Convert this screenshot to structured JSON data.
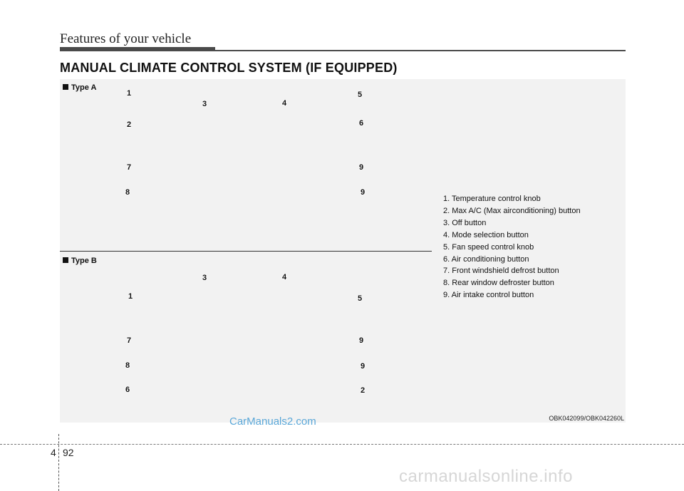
{
  "header": {
    "title": "Features of your vehicle"
  },
  "section": {
    "title": "MANUAL CLIMATE CONTROL SYSTEM (IF EQUIPPED)"
  },
  "figure": {
    "type_a": {
      "label": "Type A",
      "markers": [
        "1",
        "2",
        "3",
        "4",
        "5",
        "6",
        "7",
        "8",
        "9",
        "9"
      ]
    },
    "type_b": {
      "label": "Type B",
      "markers": [
        "1",
        "3",
        "4",
        "5",
        "7",
        "8",
        "6",
        "9",
        "9",
        "2"
      ]
    },
    "code": "OBK042099/OBK042260L"
  },
  "legend": [
    "1. Temperature control knob",
    "2. Max A/C (Max airconditioning) button",
    "3. Off button",
    "4. Mode selection button",
    "5. Fan speed control knob",
    "6. Air conditioning button",
    "7. Front windshield defrost button",
    "8. Rear window defroster button",
    "9. Air intake control button"
  ],
  "watermark": "CarManuals2.com",
  "footer": {
    "chapter": "4",
    "page": "92",
    "site": "carmanualsonline.info"
  }
}
